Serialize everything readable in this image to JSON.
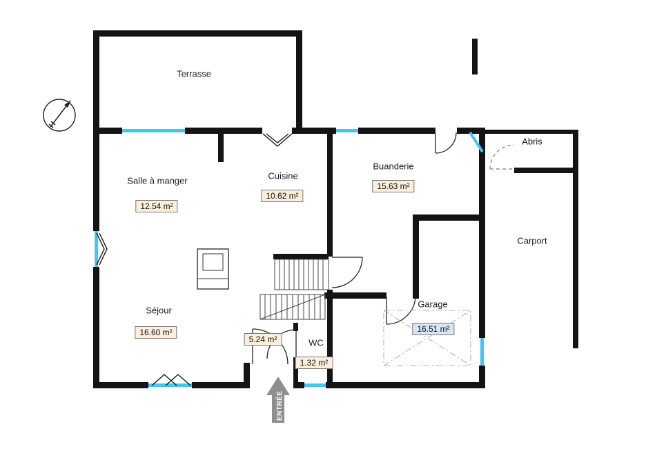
{
  "plan": {
    "rooms": {
      "terrasse": {
        "label": "Terrasse"
      },
      "salle_a_manger": {
        "label": "Salle à manger",
        "area": "12.54 m²"
      },
      "cuisine": {
        "label": "Cuisine",
        "area": "10.62 m²"
      },
      "buanderie": {
        "label": "Buanderie",
        "area": "15.63 m²"
      },
      "abris": {
        "label": "Abris"
      },
      "carport": {
        "label": "Carport"
      },
      "sejour": {
        "label": "Séjour",
        "area": "16.60 m²"
      },
      "garage": {
        "label": "Garage",
        "area": "16.51 m²"
      },
      "hall": {
        "area": "5.24 m²"
      },
      "wc": {
        "label": "WC",
        "area": "1.32 m²"
      }
    },
    "entry": {
      "label": "ENTRÉE"
    }
  },
  "colors": {
    "wall-color": "#141414",
    "window-color": "#45c6f2",
    "door-color": "#222222",
    "area-box-bg": "#fbeedd",
    "area-box-border": "#777777",
    "garage-box-bg": "#d8e5f4",
    "entry-arrow": "#8f8f8f",
    "ghost-color": "#b3b3b3"
  }
}
